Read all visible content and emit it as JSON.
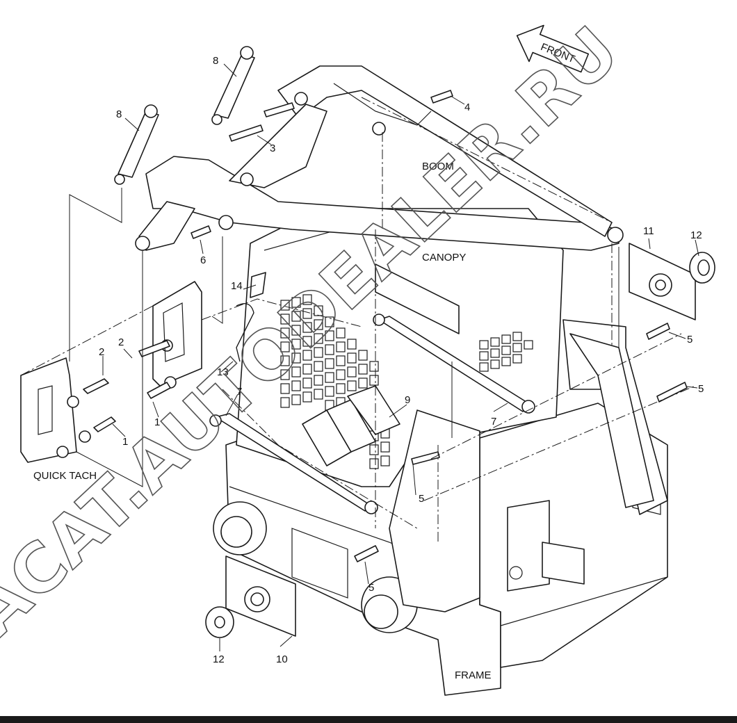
{
  "labels": {
    "front": "FRONT",
    "boom": "BOOM",
    "canopy": "CANOPY",
    "quick_tach": "QUICK TACH",
    "frame": "FRAME"
  },
  "callouts": {
    "c1a": "1",
    "c1b": "1",
    "c2a": "2",
    "c2b": "2",
    "c3": "3",
    "c4": "4",
    "c5a": "5",
    "c5b": "5",
    "c5c": "5",
    "c5d": "5",
    "c6": "6",
    "c7a": "7",
    "c7b": "7",
    "c8a": "8",
    "c8b": "8",
    "c9": "9",
    "c10": "10",
    "c11": "11",
    "c12a": "12",
    "c12b": "12",
    "c13": "13",
    "c14": "14"
  },
  "watermark": "ACAT.AUTODEALER.RU"
}
